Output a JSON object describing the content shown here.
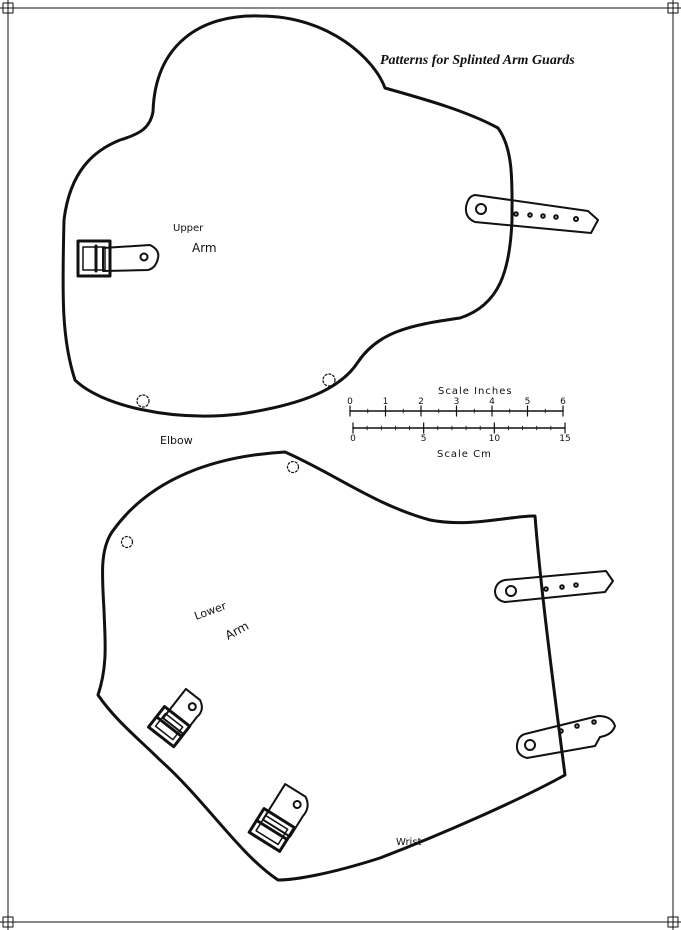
{
  "title": "Patterns for Splinted Arm Guards",
  "labels": {
    "upper_arm_1": "Upper",
    "upper_arm_2": "Arm",
    "elbow": "Elbow",
    "lower_arm_1": "Lower",
    "lower_arm_2": "Arm",
    "wrist": "Wrist"
  },
  "scales": {
    "inches": {
      "label": "Scale Inches",
      "ticks": [
        "0",
        "1",
        "2",
        "3",
        "4",
        "5",
        "6"
      ]
    },
    "cm": {
      "label": "Scale Cm",
      "ticks": [
        "0",
        "5",
        "10",
        "15"
      ]
    }
  }
}
